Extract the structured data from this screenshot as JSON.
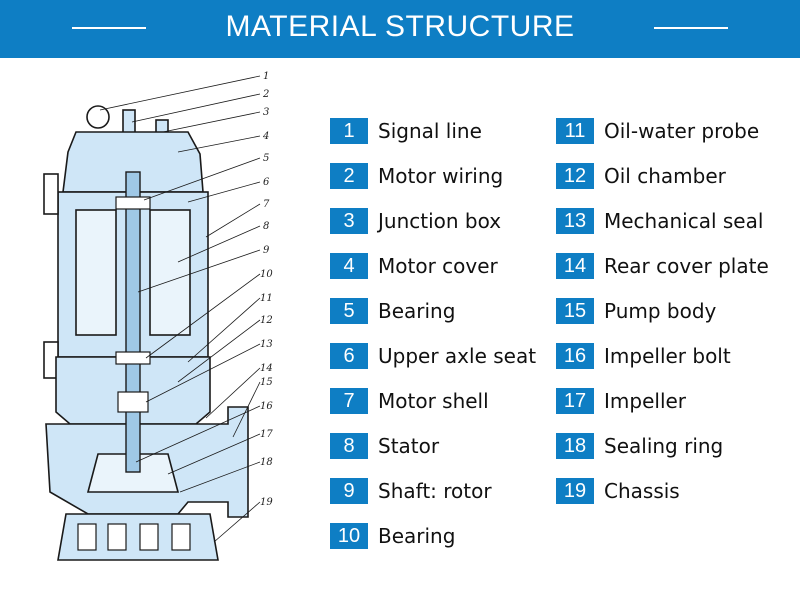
{
  "header": {
    "title": "MATERIAL STRUCTURE"
  },
  "diagram": {
    "callouts": [
      "1",
      "2",
      "3",
      "4",
      "5",
      "6",
      "7",
      "8",
      "9",
      "10",
      "11",
      "12",
      "13",
      "14",
      "15",
      "16",
      "17",
      "18",
      "19"
    ]
  },
  "legend": [
    {
      "num": "1",
      "label": "Signal line"
    },
    {
      "num": "2",
      "label": "Motor wiring"
    },
    {
      "num": "3",
      "label": "Junction box"
    },
    {
      "num": "4",
      "label": "Motor cover"
    },
    {
      "num": "5",
      "label": "Bearing"
    },
    {
      "num": "6",
      "label": "Upper axle seat"
    },
    {
      "num": "7",
      "label": "Motor shell"
    },
    {
      "num": "8",
      "label": "Stator"
    },
    {
      "num": "9",
      "label": "Shaft: rotor"
    },
    {
      "num": "10",
      "label": "Bearing"
    },
    {
      "num": "11",
      "label": "Oil-water probe"
    },
    {
      "num": "12",
      "label": "Oil chamber"
    },
    {
      "num": "13",
      "label": "Mechanical seal"
    },
    {
      "num": "14",
      "label": "Rear cover plate"
    },
    {
      "num": "15",
      "label": "Pump body"
    },
    {
      "num": "16",
      "label": "Impeller bolt"
    },
    {
      "num": "17",
      "label": "Impeller"
    },
    {
      "num": "18",
      "label": "Sealing ring"
    },
    {
      "num": "19",
      "label": "Chassis"
    }
  ],
  "colors": {
    "accent": "#0e7ec4",
    "drawing_fill": "#cfe6f7",
    "drawing_line": "#1a1a1a"
  }
}
